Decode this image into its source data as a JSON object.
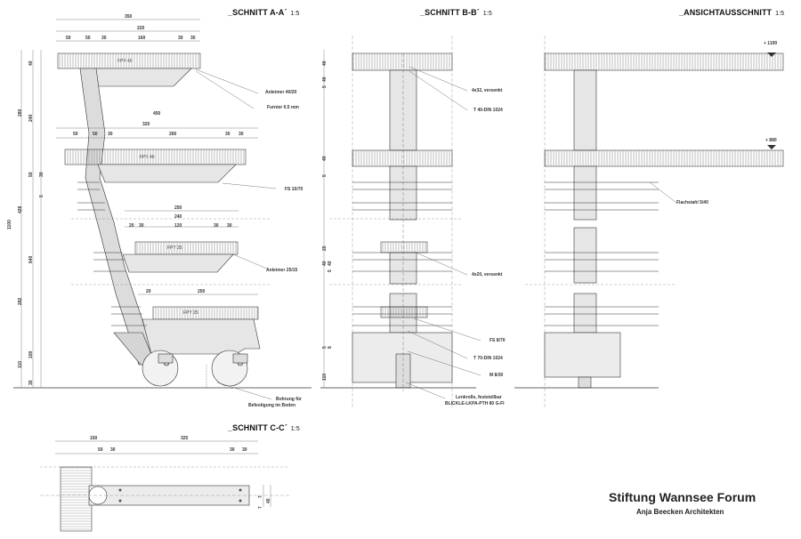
{
  "titles": {
    "aa": {
      "name": "_SCHNITT A-A´",
      "scale": "1:5"
    },
    "bb": {
      "name": "_SCHNITT B-B´",
      "scale": "1:5"
    },
    "ansicht": {
      "name": "_ANSICHTAUSSCHNITT",
      "scale": "1:5"
    },
    "cc": {
      "name": "_SCHNITT C-C´",
      "scale": "1:5"
    }
  },
  "project": "Stiftung Wannsee Forum",
  "office": "Anja Beecken Architekten",
  "notes": {
    "anleimer_40_20": "Anleimer 40/20",
    "furnier": "Furnier 0.5 mm",
    "fs_10_70": "FS 10/70",
    "anleimer_25_15": "Anleimer 25/15",
    "bohrung_1": "Bohrung für",
    "bohrung_2": "Befestigung im Boden",
    "versenkt_4x32": "4x32, versenkt",
    "t40": "T 40-DIN 1024",
    "versenkt_4x20": "4x20, versenkt",
    "fs_8_70": "FS 8/70",
    "t70": "T 70-DIN 1024",
    "m8": "M 8/30",
    "lenkrolle_1": "Lenkrolle, feststellbar",
    "lenkrolle_2": "BLICKLE-LKPA-PTH 80 G-FI",
    "flachstahl": "Flachstahl 5/40"
  },
  "shelf_labels": {
    "top": "FPY 40",
    "second": "FPY 40",
    "third": "FPY 25",
    "bottom": "FPY 25"
  },
  "levels": {
    "l1100": "+ 1100",
    "l880": "+ 880"
  },
  "dims_aa_top": [
    "350",
    "220",
    "50",
    "50",
    "30",
    "160",
    "30",
    "30"
  ],
  "dims_aa_second": [
    "450",
    "320",
    "50",
    "50",
    "30",
    "260",
    "30",
    "30"
  ],
  "dims_aa_third": [
    "250",
    "240",
    "20",
    "30",
    "120",
    "30",
    "30"
  ],
  "dims_aa_fourth": [
    "20",
    "250"
  ],
  "dims_aa_left": [
    "1100",
    "40",
    "280",
    "240",
    "50",
    "30",
    "5",
    "428",
    "640",
    "282",
    "110",
    "100",
    "30"
  ],
  "dims_bb_left": [
    "40",
    "40",
    "5",
    "40",
    "5",
    "40",
    "25",
    "40",
    "5",
    "5",
    "8",
    "110"
  ],
  "dims_cc": [
    "150",
    "325",
    "50",
    "30",
    "30",
    "30"
  ],
  "dims_cc_side": [
    "7",
    "7",
    "40"
  ]
}
